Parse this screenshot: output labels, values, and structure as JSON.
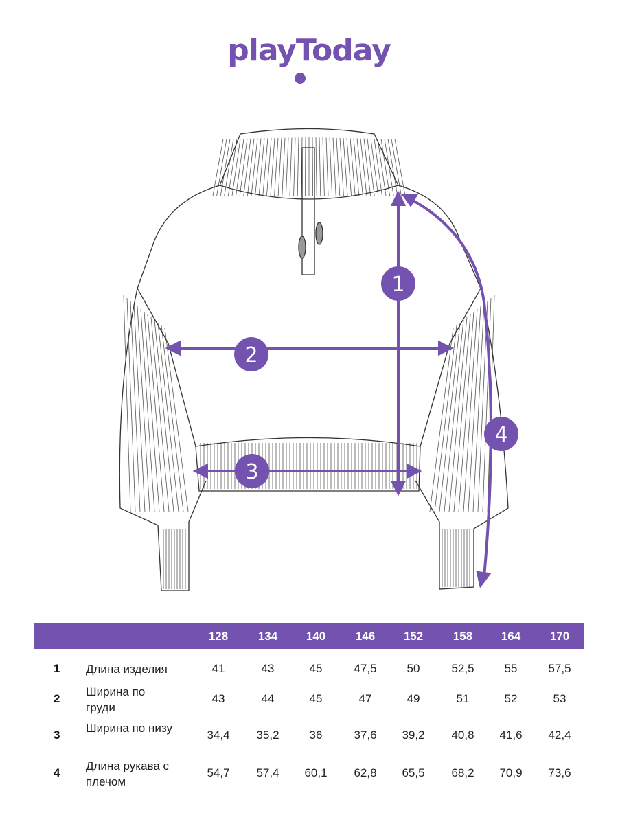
{
  "brand": {
    "logo_text": "playToday",
    "accent_color": "#7452b0"
  },
  "diagram": {
    "markers": [
      "1",
      "2",
      "3",
      "4"
    ]
  },
  "size_table": {
    "sizes": [
      "128",
      "134",
      "140",
      "146",
      "152",
      "158",
      "164",
      "170"
    ],
    "rows": [
      {
        "num": "1",
        "label": "Длина изделия",
        "values": [
          "41",
          "43",
          "45",
          "47,5",
          "50",
          "52,5",
          "55",
          "57,5"
        ]
      },
      {
        "num": "2",
        "label": "Ширина по груди",
        "values": [
          "43",
          "44",
          "45",
          "47",
          "49",
          "51",
          "52",
          "53"
        ]
      },
      {
        "num": "3",
        "label": "Ширина по низу",
        "values": [
          "34,4",
          "35,2",
          "36",
          "37,6",
          "39,2",
          "40,8",
          "41,6",
          "42,4"
        ]
      },
      {
        "num": "4",
        "label": "Длина рукава с плечом",
        "values": [
          "54,7",
          "57,4",
          "60,1",
          "62,8",
          "65,5",
          "68,2",
          "70,9",
          "73,6"
        ]
      }
    ]
  }
}
